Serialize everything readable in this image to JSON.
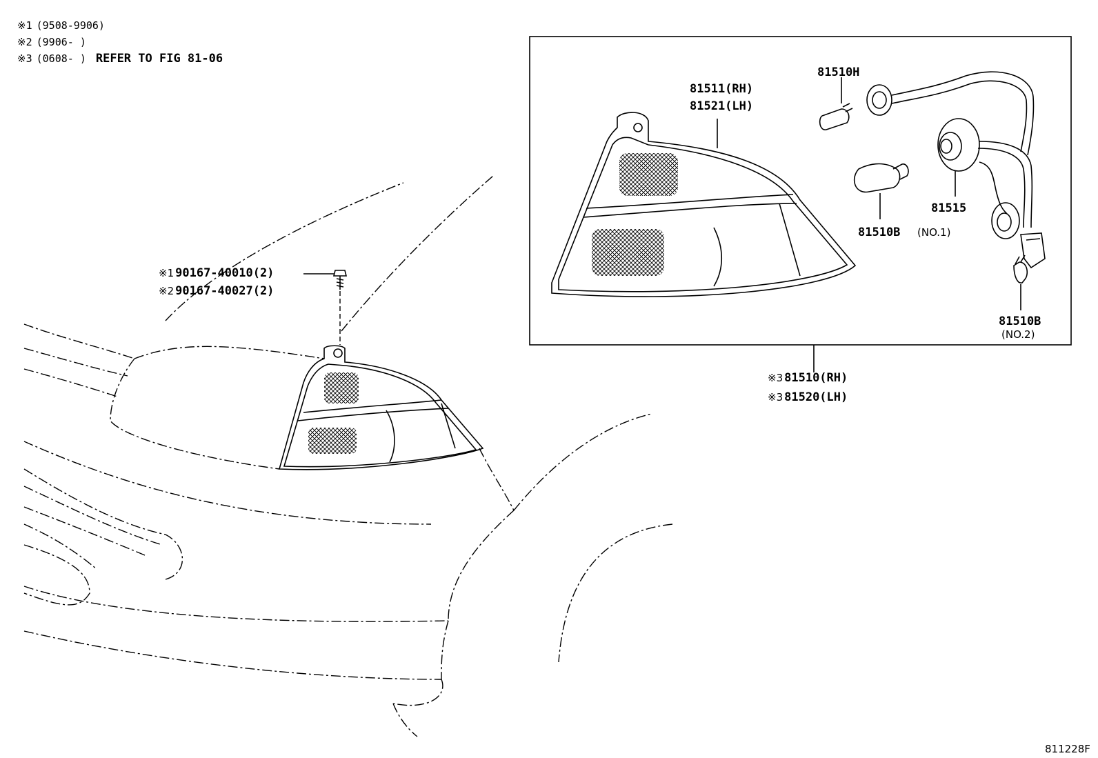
{
  "notes": [
    {
      "mark": "※1",
      "range": "(9508-9906)",
      "text": ""
    },
    {
      "mark": "※2",
      "range": "(9906-    )",
      "text": ""
    },
    {
      "mark": "※3",
      "range": "(0608-    )",
      "text": "REFER TO FIG 81-06"
    }
  ],
  "parts": {
    "lens_rh": "81511(RH)",
    "lens_lh": "81521(LH)",
    "bulb_h": "81510H",
    "socket": "81515",
    "bulb_b1": "81510B",
    "bulb_b1_note": "(NO.1)",
    "bulb_b2": "81510B",
    "bulb_b2_note": "(NO.2)",
    "screw1_mark": "※1",
    "screw1": "90167-40010(2)",
    "screw2_mark": "※2",
    "screw2": "90167-40027(2)",
    "assy_rh_mark": "※3",
    "assy_rh": "81510(RH)",
    "assy_lh_mark": "※3",
    "assy_lh": "81520(LH)"
  },
  "figure_id": "811228F"
}
